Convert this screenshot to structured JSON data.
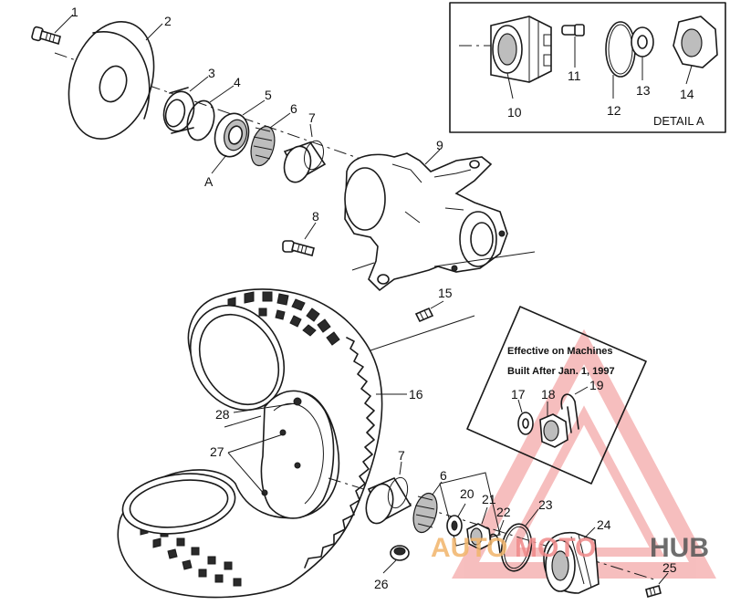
{
  "detail_box": {
    "label": "DETAIL A"
  },
  "note_box": {
    "line1": "Effective on Machines",
    "line2": "Built After Jan. 1, 1997"
  },
  "detail_ref": "A",
  "callouts": [
    "1",
    "2",
    "3",
    "4",
    "5",
    "6",
    "7",
    "8",
    "9",
    "10",
    "11",
    "12",
    "13",
    "14",
    "15",
    "16",
    "17",
    "18",
    "19",
    "20",
    "21",
    "22",
    "23",
    "24",
    "25",
    "26",
    "27",
    "28",
    "7",
    "6"
  ],
  "watermark": {
    "part1": "AUTO",
    "part2": "MOTO",
    "part3": "HUB",
    "color_red": "#f08a8a",
    "color_orange": "#f2b56b",
    "color_gray": "#555555"
  }
}
